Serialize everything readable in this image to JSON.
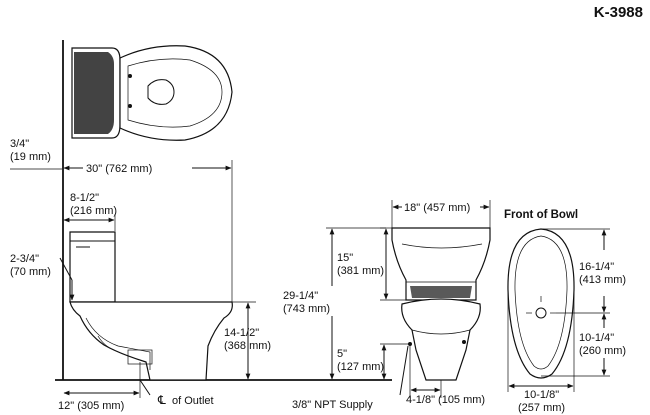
{
  "model_number": "K-3988",
  "front_of_bowl_heading": "Front of Bowl",
  "dimensions": {
    "wall_gap": {
      "imperial": "3/4\"",
      "metric": "(19 mm)"
    },
    "bowl_length": {
      "combined": "30\" (762 mm)"
    },
    "tank_depth": {
      "imperial": "8-1/2\"",
      "metric": "(216 mm)"
    },
    "handle_drop": {
      "imperial": "2-3/4\"",
      "metric": "(70 mm)"
    },
    "rim_height": {
      "imperial": "14-1/2\"",
      "metric": "(368 mm)"
    },
    "rough_in": {
      "combined": "12\" (305 mm)"
    },
    "outlet_label": "of Outlet",
    "tank_width": {
      "combined": "18\" (457 mm)"
    },
    "tank_height": {
      "imperial": "15\"",
      "metric": "(381 mm)"
    },
    "overall_height": {
      "imperial": "29-1/4\"",
      "metric": "(743 mm)"
    },
    "supply_height": {
      "imperial": "5\"",
      "metric": "(127 mm)"
    },
    "supply_label": "3/8\" NPT Supply",
    "supply_offset": {
      "combined": "4-1/8\" (105 mm)"
    },
    "bowl_length_front": {
      "imperial": "16-1/4\"",
      "metric": "(413 mm)"
    },
    "bowl_center": {
      "imperial": "10-1/4\"",
      "metric": "(260 mm)"
    },
    "bowl_width": {
      "imperial": "10-1/8\"",
      "metric": "(257 mm)"
    }
  }
}
